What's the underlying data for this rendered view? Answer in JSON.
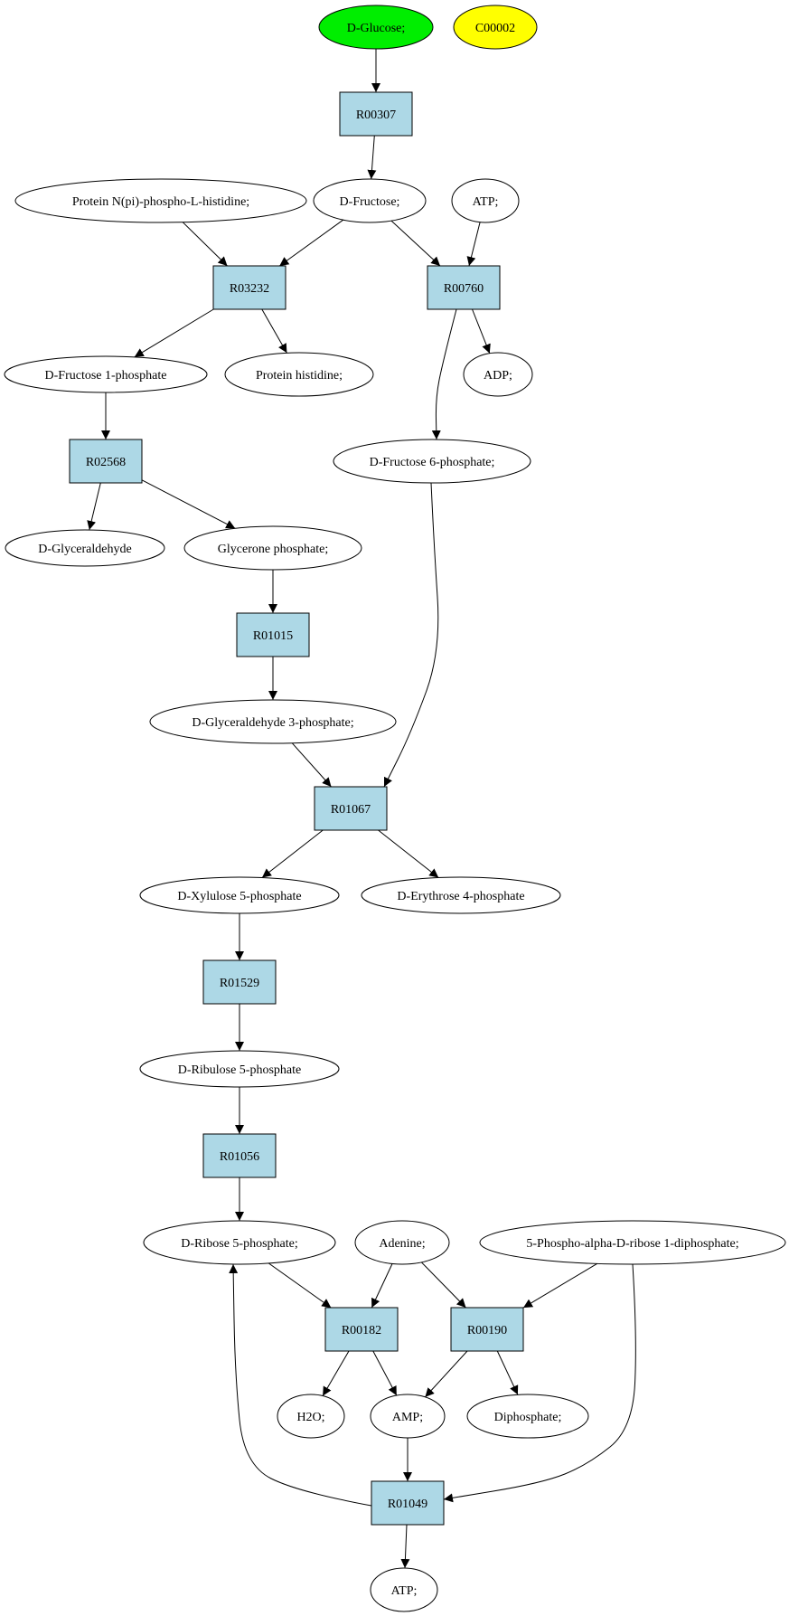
{
  "colors": {
    "background": "#ffffff",
    "reaction_fill": "#add8e6",
    "compound_fill": "#ffffff",
    "start_compound_fill": "#00ee00",
    "highlight_compound_fill": "#ffff00",
    "line": "#000000"
  },
  "nodes": [
    {
      "id": "dglucose",
      "kind": "compound",
      "label": "D-Glucose;",
      "fill": "start_compound_fill"
    },
    {
      "id": "c00002",
      "kind": "compound",
      "label": "C00002",
      "fill": "highlight_compound_fill"
    },
    {
      "id": "r00307",
      "kind": "reaction",
      "label": "R00307"
    },
    {
      "id": "protein_nphospho",
      "kind": "compound",
      "label": "Protein N(pi)-phospho-L-histidine;"
    },
    {
      "id": "dfructose",
      "kind": "compound",
      "label": "D-Fructose;"
    },
    {
      "id": "atp_top",
      "kind": "compound",
      "label": "ATP;"
    },
    {
      "id": "r03232",
      "kind": "reaction",
      "label": "R03232"
    },
    {
      "id": "r00760",
      "kind": "reaction",
      "label": "R00760"
    },
    {
      "id": "dfructose1p",
      "kind": "compound",
      "label": "D-Fructose 1-phosphate"
    },
    {
      "id": "protein_histidine",
      "kind": "compound",
      "label": "Protein histidine;"
    },
    {
      "id": "adp",
      "kind": "compound",
      "label": "ADP;"
    },
    {
      "id": "r02568",
      "kind": "reaction",
      "label": "R02568"
    },
    {
      "id": "dfructose6p",
      "kind": "compound",
      "label": "D-Fructose 6-phosphate;"
    },
    {
      "id": "dglyceraldehyde",
      "kind": "compound",
      "label": "D-Glyceraldehyde"
    },
    {
      "id": "glycerone_p",
      "kind": "compound",
      "label": "Glycerone phosphate;"
    },
    {
      "id": "r01015",
      "kind": "reaction",
      "label": "R01015"
    },
    {
      "id": "dglyceraldehyde3p",
      "kind": "compound",
      "label": "D-Glyceraldehyde 3-phosphate;"
    },
    {
      "id": "r01067",
      "kind": "reaction",
      "label": "R01067"
    },
    {
      "id": "dxylulose5p",
      "kind": "compound",
      "label": "D-Xylulose 5-phosphate"
    },
    {
      "id": "derythrose4p",
      "kind": "compound",
      "label": "D-Erythrose 4-phosphate"
    },
    {
      "id": "r01529",
      "kind": "reaction",
      "label": "R01529"
    },
    {
      "id": "dribulose5p",
      "kind": "compound",
      "label": "D-Ribulose 5-phosphate"
    },
    {
      "id": "r01056",
      "kind": "reaction",
      "label": "R01056"
    },
    {
      "id": "dribose5p",
      "kind": "compound",
      "label": "D-Ribose 5-phosphate;"
    },
    {
      "id": "adenine",
      "kind": "compound",
      "label": "Adenine;"
    },
    {
      "id": "prpp",
      "kind": "compound",
      "label": "5-Phospho-alpha-D-ribose 1-diphosphate;"
    },
    {
      "id": "r00182",
      "kind": "reaction",
      "label": "R00182"
    },
    {
      "id": "r00190",
      "kind": "reaction",
      "label": "R00190"
    },
    {
      "id": "h2o",
      "kind": "compound",
      "label": "H2O;"
    },
    {
      "id": "amp",
      "kind": "compound",
      "label": "AMP;"
    },
    {
      "id": "diphosphate",
      "kind": "compound",
      "label": "Diphosphate;"
    },
    {
      "id": "r01049",
      "kind": "reaction",
      "label": "R01049"
    },
    {
      "id": "atp_bottom",
      "kind": "compound",
      "label": "ATP;"
    }
  ],
  "edges": [
    {
      "from": "dglucose",
      "to": "r00307"
    },
    {
      "from": "r00307",
      "to": "dfructose"
    },
    {
      "from": "protein_nphospho",
      "to": "r03232"
    },
    {
      "from": "dfructose",
      "to": "r03232"
    },
    {
      "from": "dfructose",
      "to": "r00760"
    },
    {
      "from": "atp_top",
      "to": "r00760"
    },
    {
      "from": "r03232",
      "to": "dfructose1p"
    },
    {
      "from": "r03232",
      "to": "protein_histidine"
    },
    {
      "from": "r00760",
      "to": "adp"
    },
    {
      "from": "r00760",
      "to": "dfructose6p"
    },
    {
      "from": "dfructose1p",
      "to": "r02568"
    },
    {
      "from": "r02568",
      "to": "dglyceraldehyde"
    },
    {
      "from": "r02568",
      "to": "glycerone_p"
    },
    {
      "from": "glycerone_p",
      "to": "r01015"
    },
    {
      "from": "r01015",
      "to": "dglyceraldehyde3p"
    },
    {
      "from": "dglyceraldehyde3p",
      "to": "r01067"
    },
    {
      "from": "dfructose6p",
      "to": "r01067"
    },
    {
      "from": "r01067",
      "to": "dxylulose5p"
    },
    {
      "from": "r01067",
      "to": "derythrose4p"
    },
    {
      "from": "dxylulose5p",
      "to": "r01529"
    },
    {
      "from": "r01529",
      "to": "dribulose5p"
    },
    {
      "from": "dribulose5p",
      "to": "r01056"
    },
    {
      "from": "r01056",
      "to": "dribose5p"
    },
    {
      "from": "dribose5p",
      "to": "r00182"
    },
    {
      "from": "adenine",
      "to": "r00182"
    },
    {
      "from": "adenine",
      "to": "r00190"
    },
    {
      "from": "prpp",
      "to": "r00190"
    },
    {
      "from": "r00182",
      "to": "h2o"
    },
    {
      "from": "r00182",
      "to": "amp"
    },
    {
      "from": "r00190",
      "to": "amp"
    },
    {
      "from": "r00190",
      "to": "diphosphate"
    },
    {
      "from": "amp",
      "to": "r01049"
    },
    {
      "from": "prpp",
      "to": "r01049"
    },
    {
      "from": "r01049",
      "to": "dribose5p"
    },
    {
      "from": "r01049",
      "to": "atp_bottom"
    }
  ]
}
